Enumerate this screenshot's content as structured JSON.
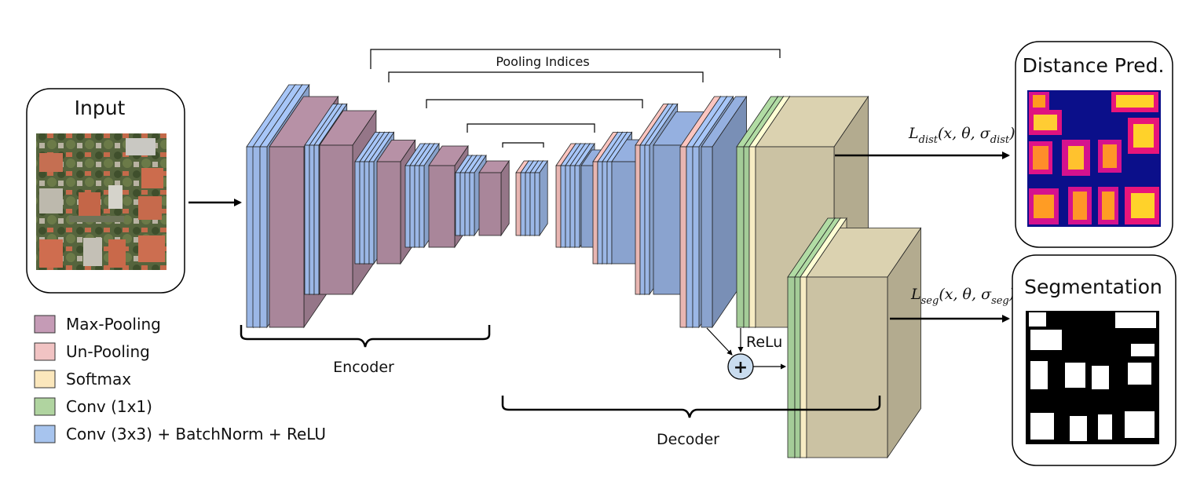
{
  "boxes": {
    "input": {
      "title": "Input"
    },
    "distance": {
      "title": "Distance Pred."
    },
    "segmentation": {
      "title": "Segmentation"
    }
  },
  "labels": {
    "pooling_indices": "Pooling Indices",
    "encoder": "Encoder",
    "decoder": "Decoder",
    "relu": "ReLu",
    "plus": "+"
  },
  "losses": {
    "dist": {
      "L": "L",
      "sub": "dist",
      "args": "(x, ",
      "theta": "θ",
      "comma": ", ",
      "sigma": "σ",
      "sigma_sub": "dist",
      "close": ")"
    },
    "seg": {
      "L": "L",
      "sub": "seg",
      "args": "(x, ",
      "theta": "θ",
      "comma": ", ",
      "sigma": "σ",
      "sigma_sub": "seg",
      "close": ")"
    }
  },
  "legend": [
    {
      "label": "Max-Pooling",
      "color": "#c59bb6"
    },
    {
      "label": "Un-Pooling",
      "color": "#f1c3c3"
    },
    {
      "label": "Softmax",
      "color": "#fbe7bc"
    },
    {
      "label": "Conv (1x1)",
      "color": "#b0d4a0"
    },
    {
      "label": "Conv (3x3) +  BatchNorm + ReLU",
      "color": "#a7c4ee"
    }
  ],
  "colors": {
    "max_pool": "#a9869a",
    "unpool": "#e8b6b2",
    "softmax": "#f7ecc4",
    "conv1": "#a4cc98",
    "conv3": "#9bb7e6",
    "conv3_dec": "#8aa3cf",
    "big_beige": "#cbc2a3",
    "plus_circle": "#c9dcef"
  }
}
